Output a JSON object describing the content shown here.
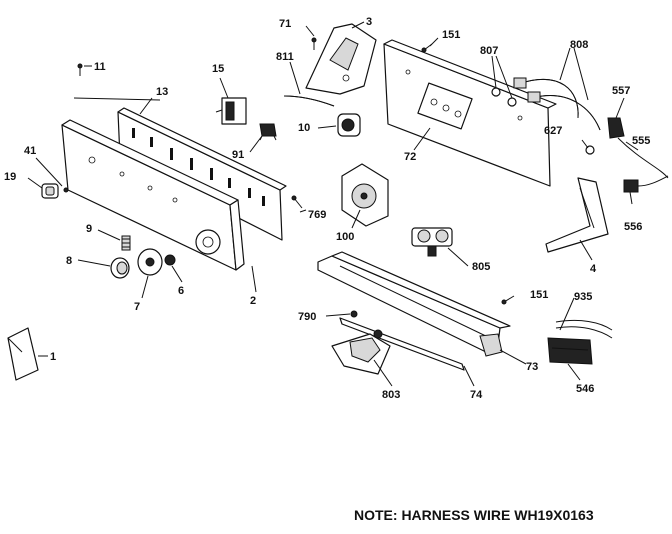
{
  "note": "NOTE: HARNESS WIRE WH19X0163",
  "labels": [
    {
      "id": "p71a",
      "text": "71"
    },
    {
      "id": "p3",
      "text": "3"
    },
    {
      "id": "p151a",
      "text": "151"
    },
    {
      "id": "p807",
      "text": "807"
    },
    {
      "id": "p808",
      "text": "808"
    },
    {
      "id": "p11",
      "text": "11"
    },
    {
      "id": "p811",
      "text": "811"
    },
    {
      "id": "p15",
      "text": "15"
    },
    {
      "id": "p13",
      "text": "13"
    },
    {
      "id": "p557",
      "text": "557"
    },
    {
      "id": "p10",
      "text": "10"
    },
    {
      "id": "p627",
      "text": "627"
    },
    {
      "id": "p555",
      "text": "555"
    },
    {
      "id": "p91",
      "text": "91"
    },
    {
      "id": "p72",
      "text": "72"
    },
    {
      "id": "p41",
      "text": "41"
    },
    {
      "id": "p19",
      "text": "19"
    },
    {
      "id": "p556",
      "text": "556"
    },
    {
      "id": "p769",
      "text": "769"
    },
    {
      "id": "p100",
      "text": "100"
    },
    {
      "id": "p9",
      "text": "9"
    },
    {
      "id": "p805",
      "text": "805"
    },
    {
      "id": "p8",
      "text": "8"
    },
    {
      "id": "p6",
      "text": "6"
    },
    {
      "id": "p4",
      "text": "4"
    },
    {
      "id": "p2",
      "text": "2"
    },
    {
      "id": "p7",
      "text": "7"
    },
    {
      "id": "p151b",
      "text": "151"
    },
    {
      "id": "p935",
      "text": "935"
    },
    {
      "id": "p790",
      "text": "790"
    },
    {
      "id": "p1",
      "text": "1"
    },
    {
      "id": "p73",
      "text": "73"
    },
    {
      "id": "p546",
      "text": "546"
    },
    {
      "id": "p803",
      "text": "803"
    },
    {
      "id": "p74",
      "text": "74"
    }
  ]
}
